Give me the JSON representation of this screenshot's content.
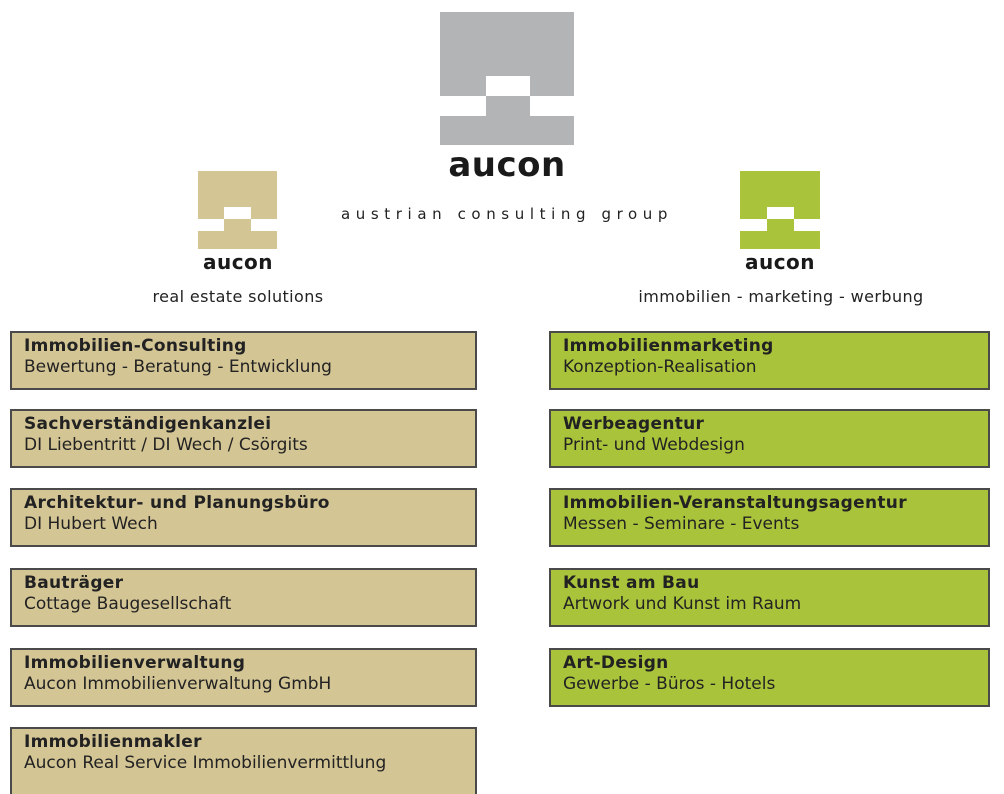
{
  "colors": {
    "main_logo": "#b3b4b6",
    "left_accent": "#d4c595",
    "right_accent": "#a9c43b",
    "border": "#4a4a4a"
  },
  "header": {
    "brand": "aucon",
    "tagline": "austrian consulting group"
  },
  "left": {
    "brand": "aucon",
    "title": "real estate solutions",
    "items": [
      {
        "title": "Immobilien-Consulting",
        "subtitle": "Bewertung - Beratung - Entwicklung"
      },
      {
        "title": "Sachverständigenkanzlei",
        "subtitle": "DI Liebentritt / DI Wech / Csörgits"
      },
      {
        "title": "Architektur- und Planungsbüro",
        "subtitle": "DI Hubert Wech"
      },
      {
        "title": "Bauträger",
        "subtitle": "Cottage Baugesellschaft"
      },
      {
        "title": "Immobilienverwaltung",
        "subtitle": "Aucon Immobilienverwaltung GmbH"
      },
      {
        "title": "Immobilienmakler",
        "subtitle": "Aucon Real Service Immobilienvermittlung"
      }
    ]
  },
  "right": {
    "brand": "aucon",
    "title": "immobilien - marketing - werbung",
    "items": [
      {
        "title": "Immobilienmarketing",
        "subtitle": "Konzeption-Realisation"
      },
      {
        "title": "Werbeagentur",
        "subtitle": "Print- und Webdesign"
      },
      {
        "title": "Immobilien-Veranstaltungsagentur",
        "subtitle": "Messen - Seminare - Events"
      },
      {
        "title": "Kunst am Bau",
        "subtitle": "Artwork und Kunst im Raum"
      },
      {
        "title": "Art-Design",
        "subtitle": "Gewerbe - Büros - Hotels"
      }
    ]
  }
}
